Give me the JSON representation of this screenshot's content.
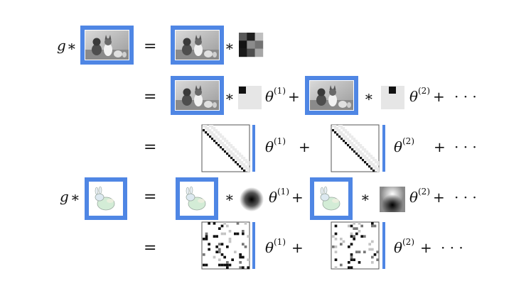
{
  "symbols": {
    "g": "g",
    "star": "∗",
    "equals": "=",
    "plus": "+",
    "dots": "· · ·",
    "theta": "θ",
    "sup1": "(1)",
    "sup2": "(2)"
  },
  "colors": {
    "frame_blue": "#4f86e4",
    "dark": "#111111",
    "light_gray": "#e6e6e6"
  },
  "kernel_3x3": [
    0.35,
    0.12,
    0.75,
    0.08,
    0.55,
    0.45,
    0.1,
    0.3,
    0.65
  ],
  "rows": [
    {
      "lhs": "image",
      "terms": [
        "image * kernel-3x3"
      ]
    },
    {
      "lhs": "",
      "terms": [
        "image * delta(1) θ(1)",
        "image * delta(2) θ(2)",
        "· · ·"
      ]
    },
    {
      "lhs": "",
      "terms": [
        "shift-matrix θ(1)",
        "shift-matrix θ(2)",
        "· · ·"
      ]
    },
    {
      "lhs": "mesh",
      "terms": [
        "mesh * gaussian θ(1)",
        "mesh * dipole θ(2)",
        "· · ·"
      ]
    },
    {
      "lhs": "",
      "terms": [
        "sparse-matrix θ(1)",
        "sparse-matrix θ(2)",
        "· · ·"
      ]
    }
  ]
}
